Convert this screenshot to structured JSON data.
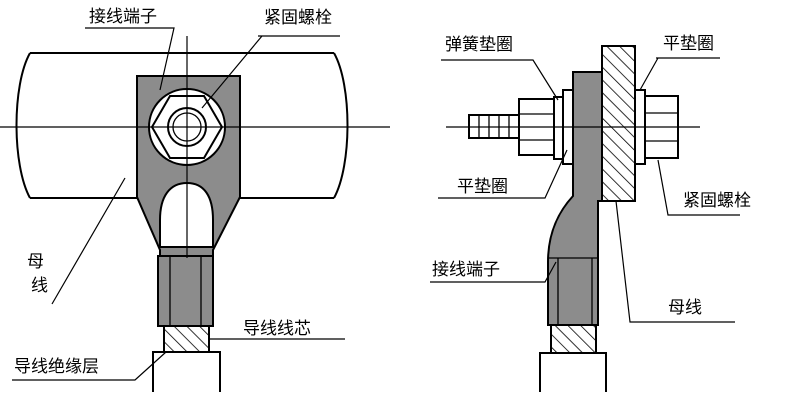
{
  "colors": {
    "terminal_fill": "#8c8c8c",
    "line": "#000000",
    "background": "#ffffff"
  },
  "left_view": {
    "labels": {
      "terminal": "接线端子",
      "bolt": "紧固螺栓",
      "busbar_line1": "母",
      "busbar_line2": "线",
      "core": "导线线芯",
      "insulation": "导线绝缘层"
    }
  },
  "right_view": {
    "labels": {
      "spring_washer": "弹簧垫圈",
      "flat_washer_top": "平垫圈",
      "flat_washer_bottom": "平垫圈",
      "bolt": "紧固螺栓",
      "terminal": "接线端子",
      "busbar": "母线"
    }
  }
}
